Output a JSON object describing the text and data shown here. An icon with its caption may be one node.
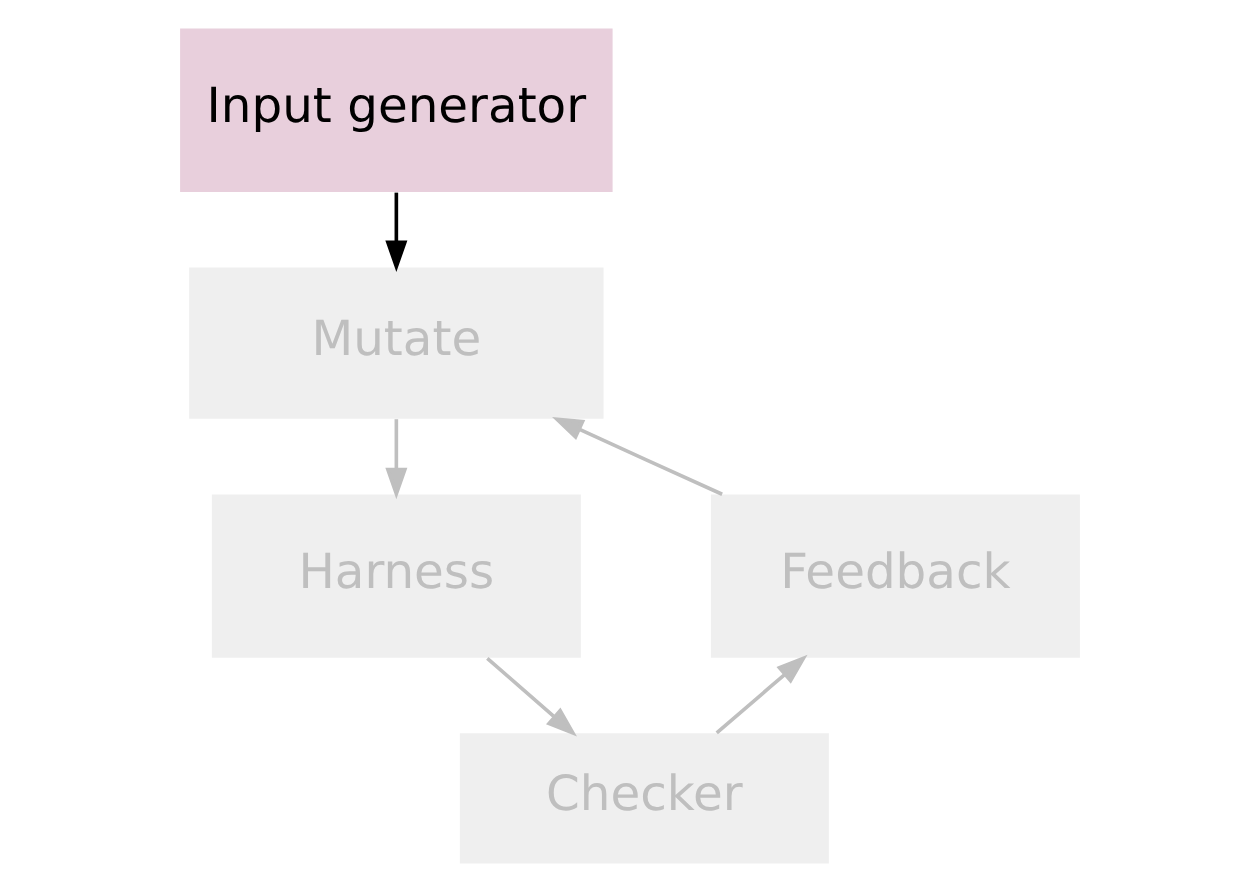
{
  "diagram": {
    "nodes": [
      {
        "text": [
          "Input generator"
        ]
      },
      {
        "text": [
          "Mutate"
        ]
      },
      {
        "text": [
          "Harness"
        ]
      },
      {
        "text": [
          "Checker"
        ]
      },
      {
        "text": [
          "Feedback"
        ]
      }
    ],
    "edges": [
      {
        "from": 0,
        "to": 1,
        "arrow": "to",
        "color": "#000000"
      },
      {
        "from": 1,
        "to": 2,
        "arrow": "to"
      },
      {
        "from": 2,
        "to": 3,
        "arrow": "to"
      },
      {
        "from": 3,
        "to": 4,
        "arrow": "to"
      },
      {
        "from": 4,
        "to": 1,
        "arrow": "to"
      }
    ]
  }
}
